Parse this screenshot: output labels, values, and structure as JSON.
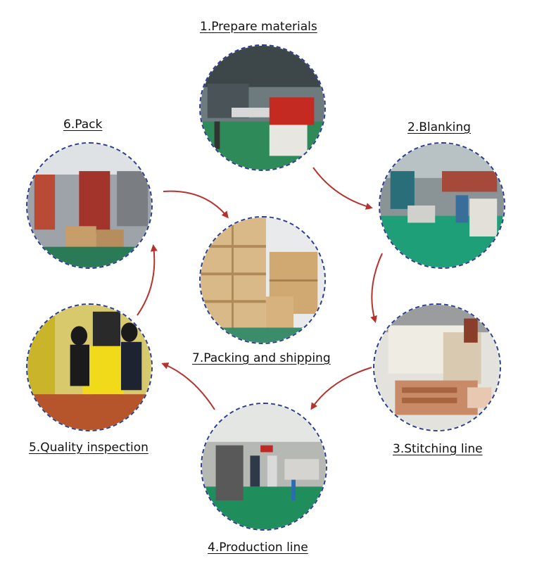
{
  "steps": [
    {
      "id": "prepare",
      "label": "1.Prepare materials"
    },
    {
      "id": "blanking",
      "label": "2.Blanking"
    },
    {
      "id": "stitching",
      "label": "3.Stitching line"
    },
    {
      "id": "production",
      "label": "4.Production line"
    },
    {
      "id": "quality",
      "label": "5.Quality inspection"
    },
    {
      "id": "pack",
      "label": "6.Pack"
    },
    {
      "id": "shipping",
      "label": "7.Packing and shipping"
    }
  ],
  "colors": {
    "arrow": "#b5332e",
    "circle_border": "#2c3f8f",
    "label": "#111111"
  }
}
